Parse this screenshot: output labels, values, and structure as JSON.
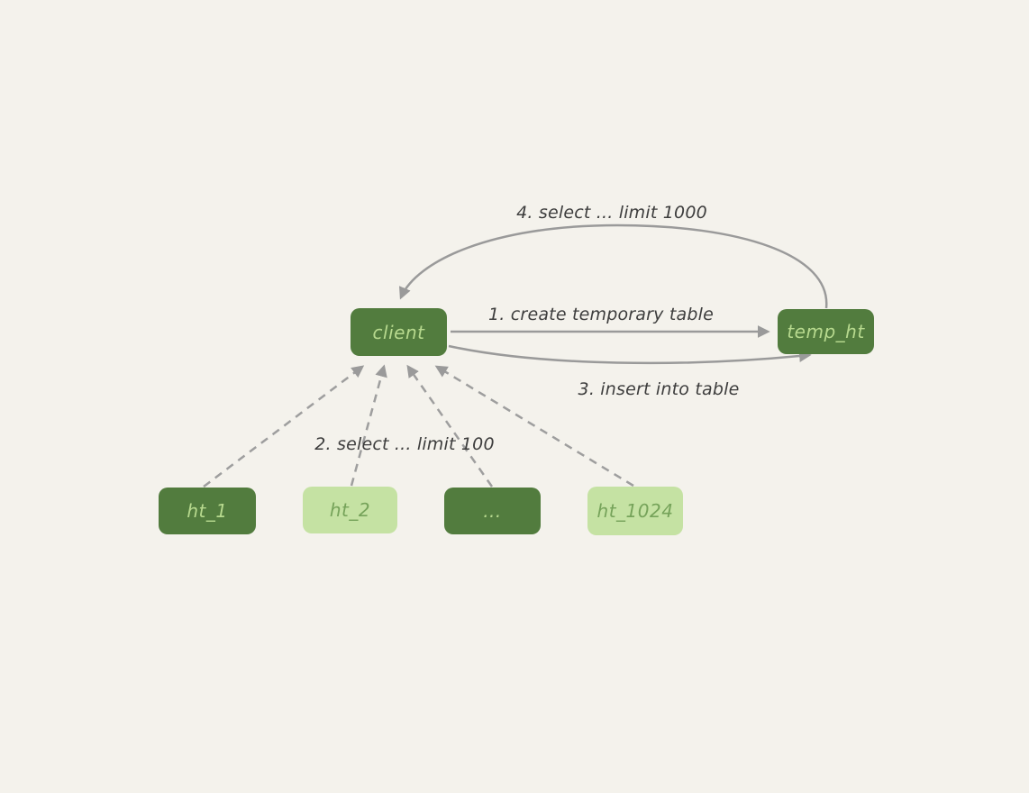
{
  "diagram": {
    "nodes": {
      "client": {
        "label": "client"
      },
      "temp_ht": {
        "label": "temp_ht"
      },
      "ht_1": {
        "label": "ht_1"
      },
      "ht_2": {
        "label": "ht_2"
      },
      "ht_dots": {
        "label": "..."
      },
      "ht_1024": {
        "label": "ht_1024"
      }
    },
    "steps": {
      "step1": "1. create temporary table",
      "step2": "2. select ... limit 100",
      "step3": "3. insert into table",
      "step4": "4. select ... limit 1000"
    },
    "colors": {
      "background": "#f4f2ec",
      "node_dark_fill": "#527c3e",
      "node_dark_text": "#b7d98e",
      "node_light_fill": "#c5e2a3",
      "node_light_text": "#76a35a",
      "arrow_stroke": "#9a9a9a",
      "label_text": "#3d3d3d"
    }
  }
}
